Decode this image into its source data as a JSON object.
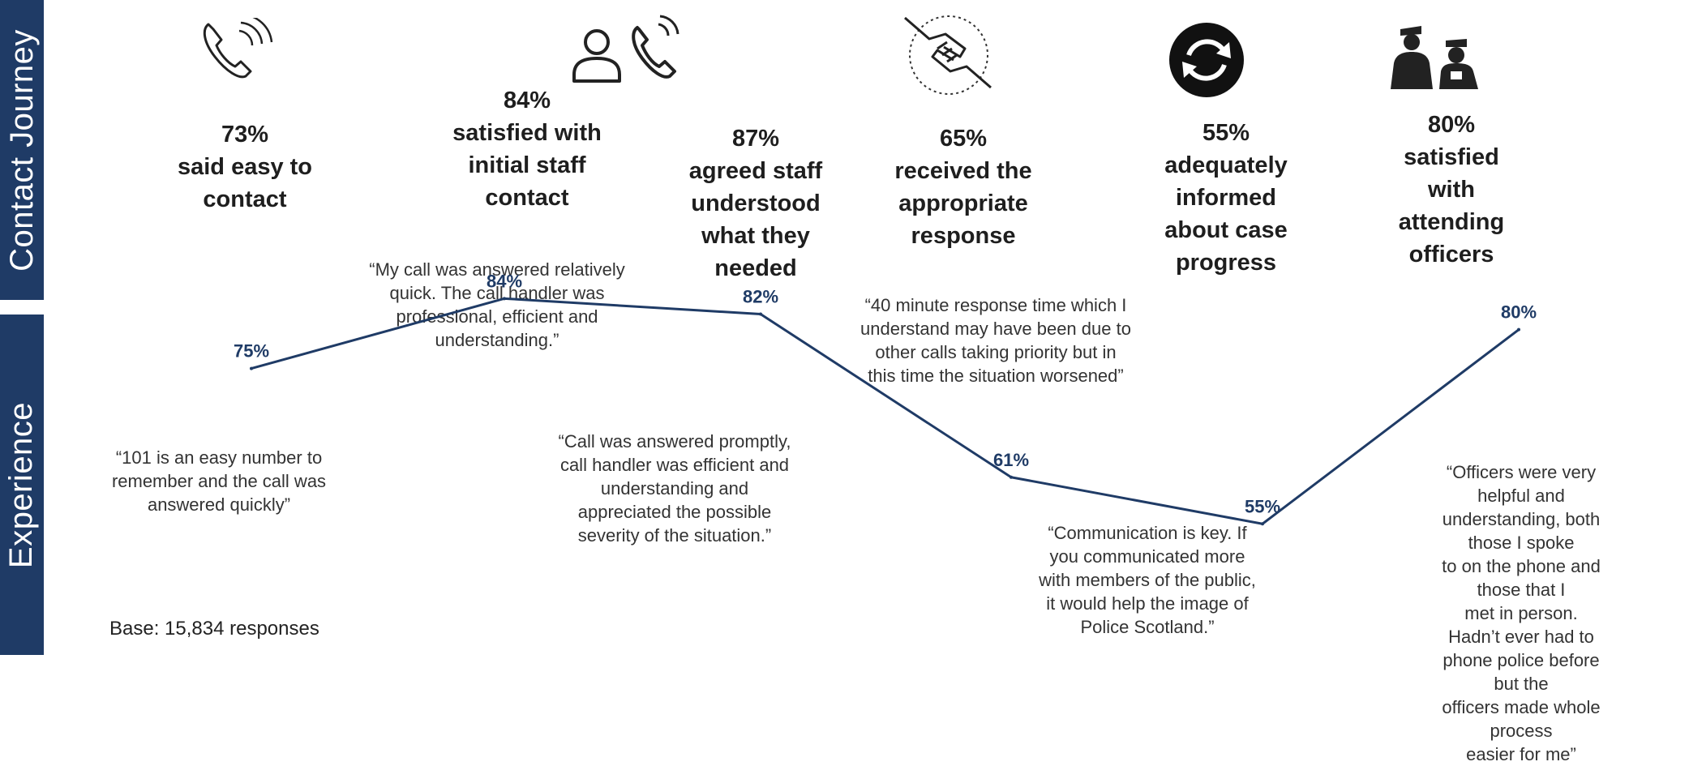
{
  "side_labels": {
    "top": "Contact  Journey",
    "bottom": "Experience"
  },
  "stages": [
    {
      "pct": "73%",
      "label": "said easy to\ncontact",
      "icon": "phone-icon"
    },
    {
      "pct": "84%",
      "label": "satisfied with\ninitial staff\ncontact",
      "icon": "person-phone-icon"
    },
    {
      "pct": "87%",
      "label": "agreed staff\nunderstood\nwhat they\nneeded",
      "icon": ""
    },
    {
      "pct": "65%",
      "label": "received the\nappropriate\nresponse",
      "icon": "handshake-icon"
    },
    {
      "pct": "55%",
      "label": "adequately\ninformed\nabout case\nprogress",
      "icon": "refresh-icon"
    },
    {
      "pct": "80%",
      "label": "satisfied\nwith\nattending\nofficers",
      "icon": "police-officers-icon"
    }
  ],
  "chart_data": {
    "type": "line",
    "categories": [
      "Easy to contact",
      "Initial staff contact",
      "Staff understood",
      "Appropriate response",
      "Informed about progress",
      "Attending officers"
    ],
    "series": [
      {
        "values": [
          75,
          84,
          82,
          61,
          55,
          80
        ],
        "labels": [
          "75%",
          "84%",
          "82%",
          "61%",
          "55%",
          "80%"
        ],
        "color": "#1f3b66"
      }
    ],
    "ylim": [
      40,
      100
    ],
    "grid": false
  },
  "quotes": [
    "“101 is an easy number to\nremember and the call was\nanswered quickly”",
    "“My call was answered relatively\nquick. The call handler was\nprofessional, efficient and\nunderstanding.”",
    "“Call was answered promptly,\ncall handler was efficient and\nunderstanding and\nappreciated the possible\nseverity of the situation.”",
    "“40 minute response time which I\nunderstand may have been due to\nother calls taking priority but in\nthis time the situation worsened”",
    "“Communication is key. If\nyou communicated more\nwith members of the public,\nit would help the image of\nPolice Scotland.”",
    "“Officers were very helpful and\nunderstanding, both those I spoke\nto on the phone and those that I\nmet in person. Hadn’t ever had to\nphone police before but the\nofficers made whole process\neasier for me”"
  ],
  "base_note": "Base: 15,834 responses",
  "colors": {
    "band": "#1f3b66",
    "line": "#1f3b66"
  }
}
